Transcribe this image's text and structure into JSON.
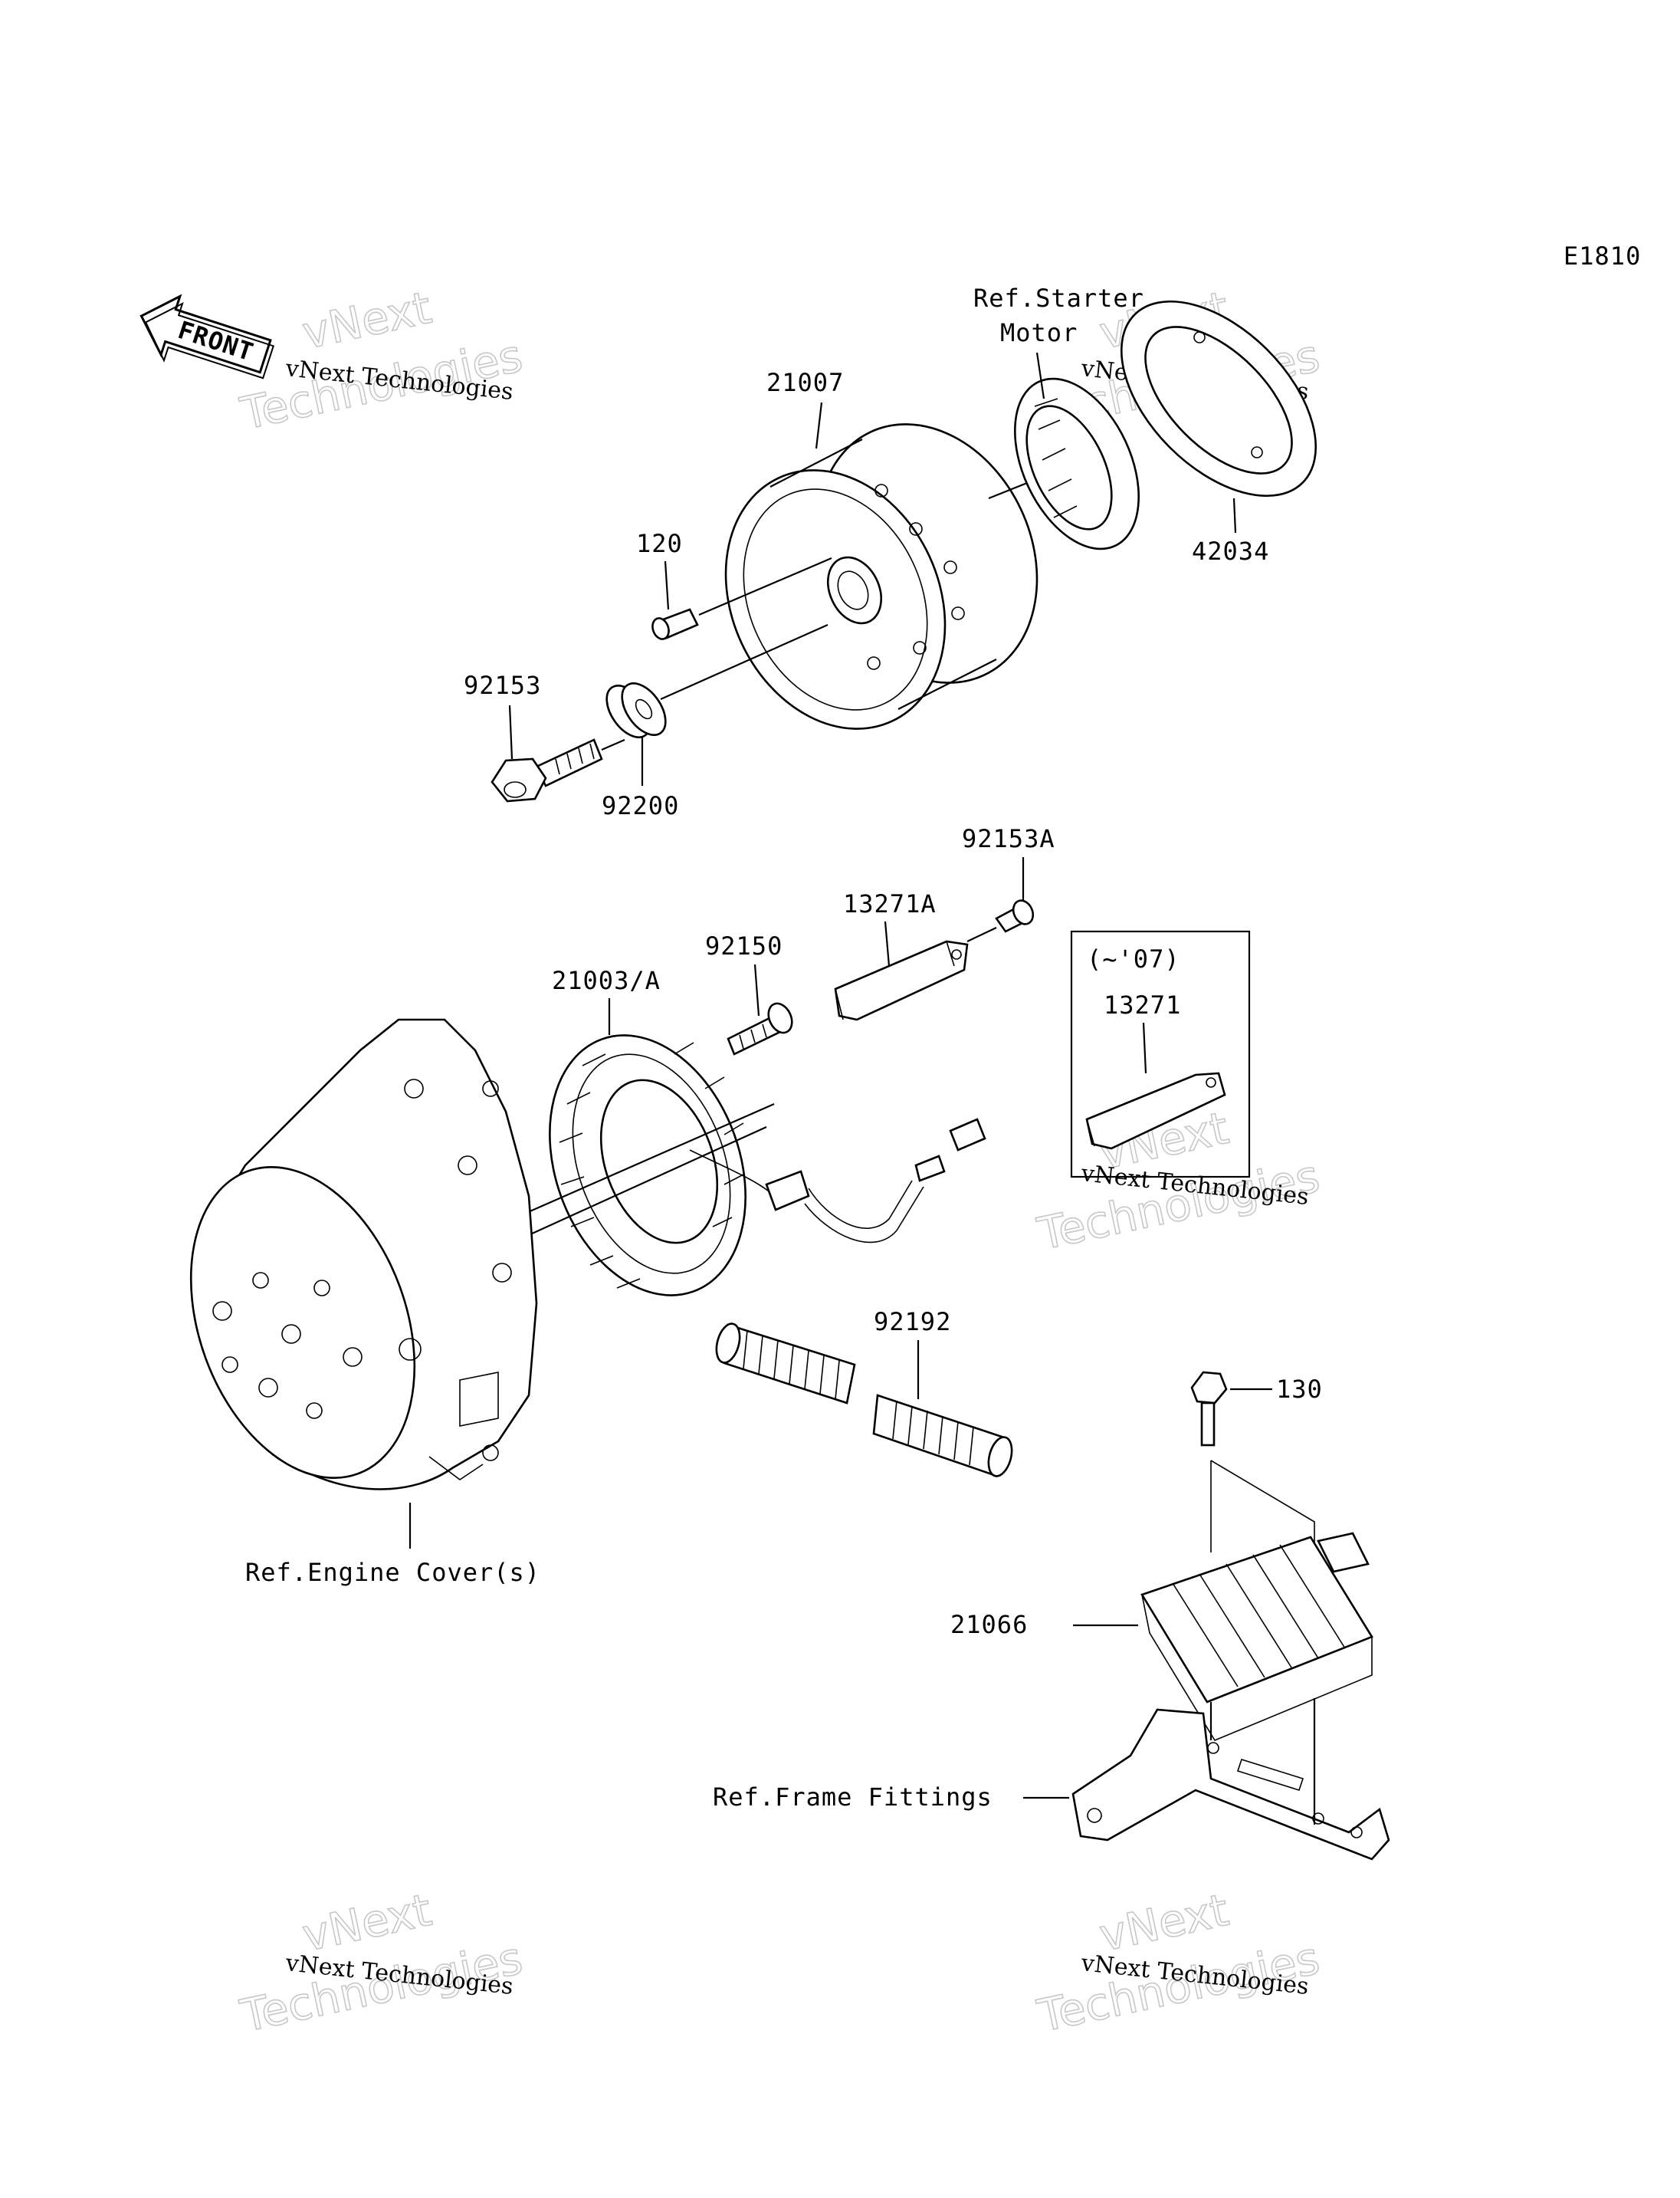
{
  "diagram_code": "E1810",
  "front_arrow_label": "FRONT",
  "labels": {
    "ref_starter_motor_line1": "Ref.Starter",
    "ref_starter_motor_line2": "Motor",
    "p21007": "21007",
    "p42034": "42034",
    "p120": "120",
    "p92153": "92153",
    "p92200": "92200",
    "p92153a": "92153A",
    "p13271a": "13271A",
    "p92150": "92150",
    "p21003a": "21003/A",
    "inset_note": "(~'07)",
    "p13271": "13271",
    "p92192": "92192",
    "p130": "130",
    "ref_engine_cover": "Ref.Engine Cover(s)",
    "p21066": "21066",
    "ref_frame_fittings": "Ref.Frame Fittings"
  },
  "watermark": {
    "brand_line1": "vNext",
    "brand_line2": "Technologies",
    "caption": "vNext Technologies"
  }
}
